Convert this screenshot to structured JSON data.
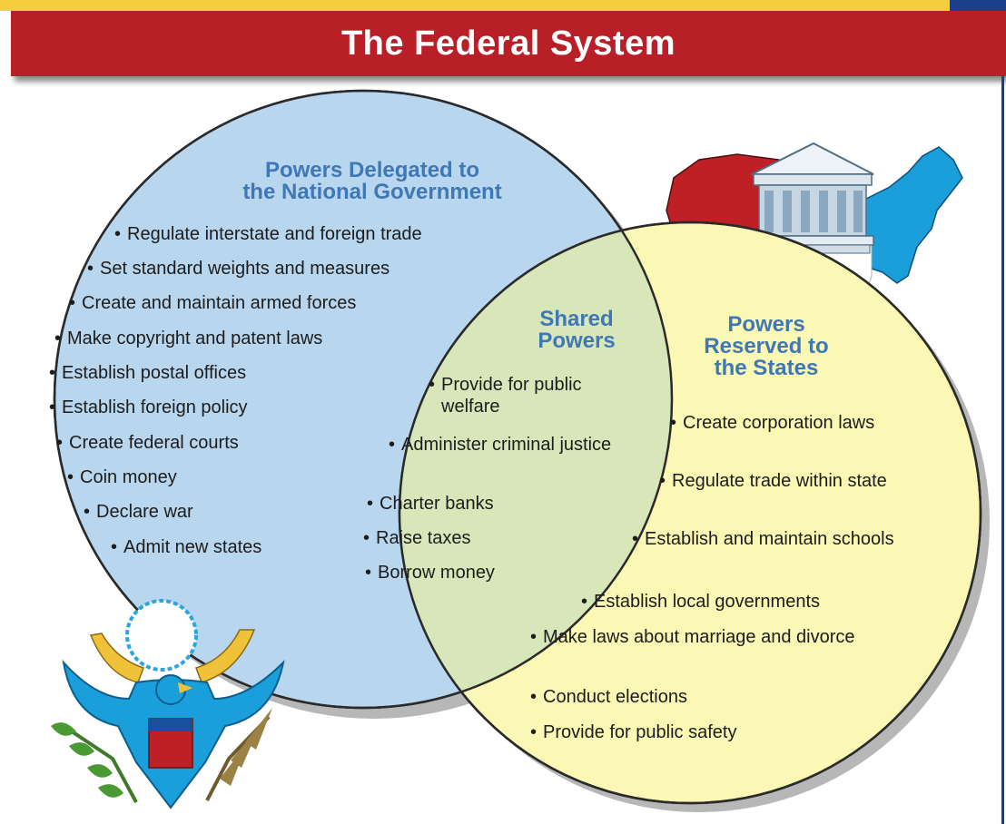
{
  "title": "The Federal System",
  "colors": {
    "title_bar": "#b81f27",
    "top_stripe": "#f4ce3c",
    "national_circle": "#b9d6ef",
    "states_circle": "#fbf7b4",
    "shared_overlap": "#d8e7b9",
    "heading_text": "#3f78b4"
  },
  "national": {
    "heading_line1": "Powers Delegated to",
    "heading_line2": "the National Government",
    "items": [
      "Regulate interstate and foreign trade",
      "Set standard weights and measures",
      "Create and maintain armed forces",
      "Make copyright and patent laws",
      "Establish postal offices",
      "Establish foreign policy",
      "Create federal courts",
      "Coin money",
      "Declare war",
      "Admit new states"
    ]
  },
  "shared": {
    "heading_line1": "Shared",
    "heading_line2": "Powers",
    "items": [
      "Provide for public welfare",
      "Administer criminal justice",
      "Charter banks",
      "Raise taxes",
      "Borrow money"
    ]
  },
  "states": {
    "heading_line1": "Powers",
    "heading_line2": "Reserved to",
    "heading_line3": "the States",
    "items": [
      "Create corporation laws",
      "Regulate trade within state",
      "Establish and maintain schools",
      "Establish local governments",
      "Make laws about marriage and divorce",
      "Conduct elections",
      "Provide for public safety"
    ]
  },
  "illustrations": [
    "us-map-capitol-icon",
    "eagle-seal-icon"
  ]
}
